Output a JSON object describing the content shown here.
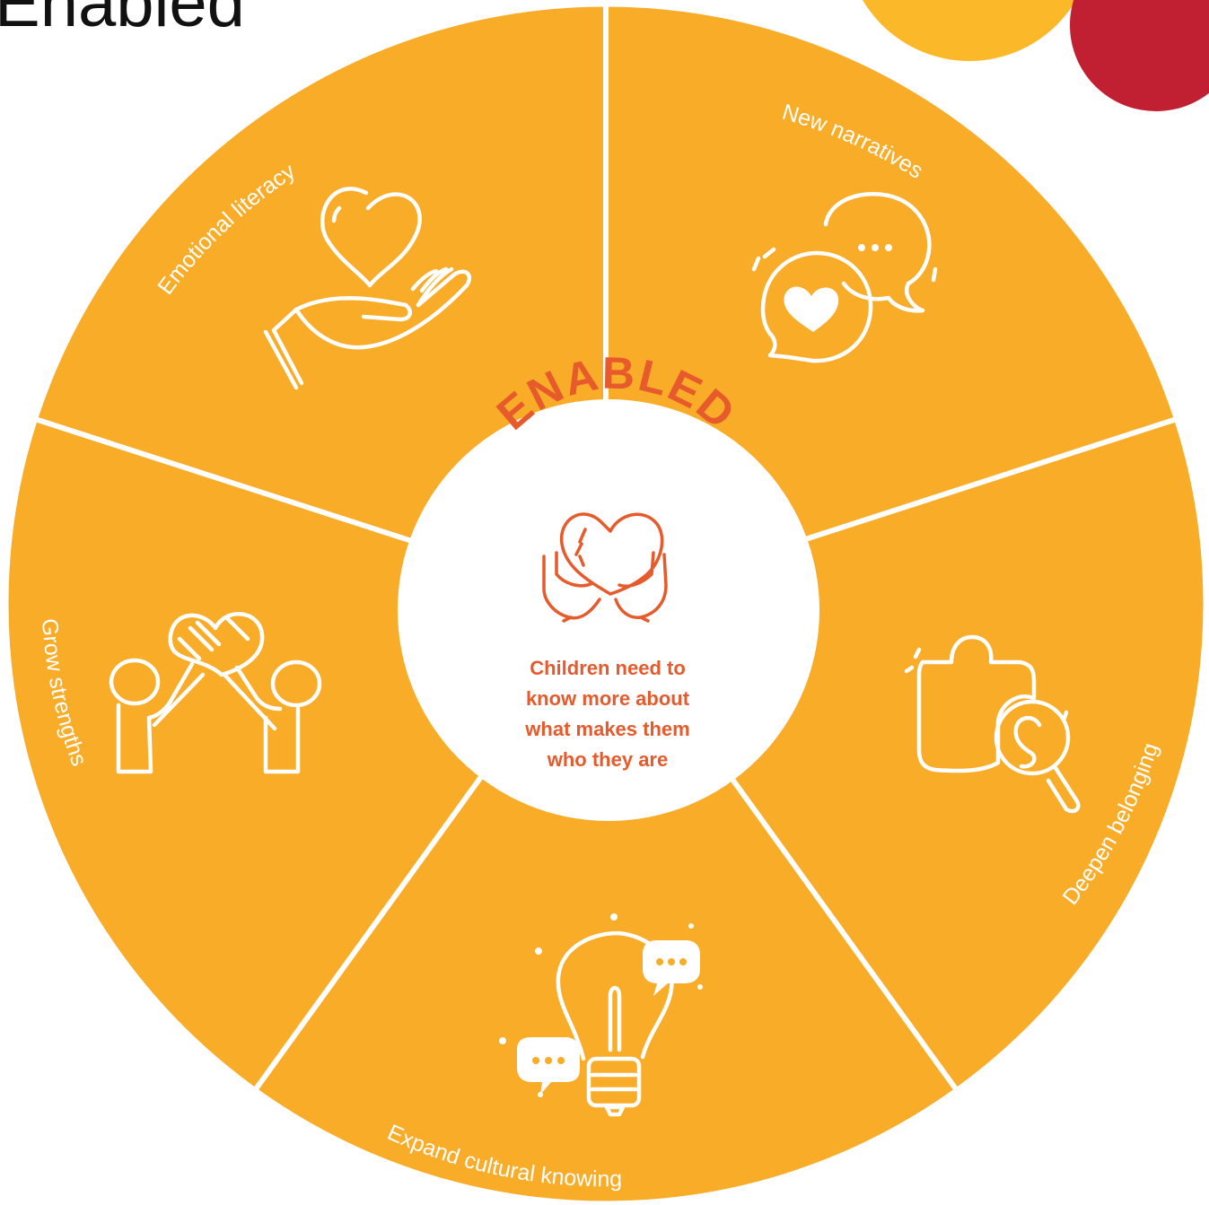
{
  "title": "Enabled",
  "colors": {
    "wheel": "#F9AC28",
    "center_accent": "#E65A2B",
    "corner_yellow": "#FBB929",
    "corner_red": "#C12032"
  },
  "center": {
    "word": "ENABLED",
    "icon": "heart-in-hands-icon",
    "text_lines": [
      "Children need to",
      "know more about",
      "what makes them",
      "who they are"
    ]
  },
  "segments": [
    {
      "label": "Emotional literacy",
      "icon": "heart-in-hand-icon"
    },
    {
      "label": "New narratives",
      "icon": "speech-bubbles-heart-icon"
    },
    {
      "label": "Deepen belonging",
      "icon": "puzzle-magnifier-icon"
    },
    {
      "label": "Expand cultural knowing",
      "icon": "lightbulb-chat-icon"
    },
    {
      "label": "Grow strengths",
      "icon": "two-people-heart-icon"
    }
  ]
}
